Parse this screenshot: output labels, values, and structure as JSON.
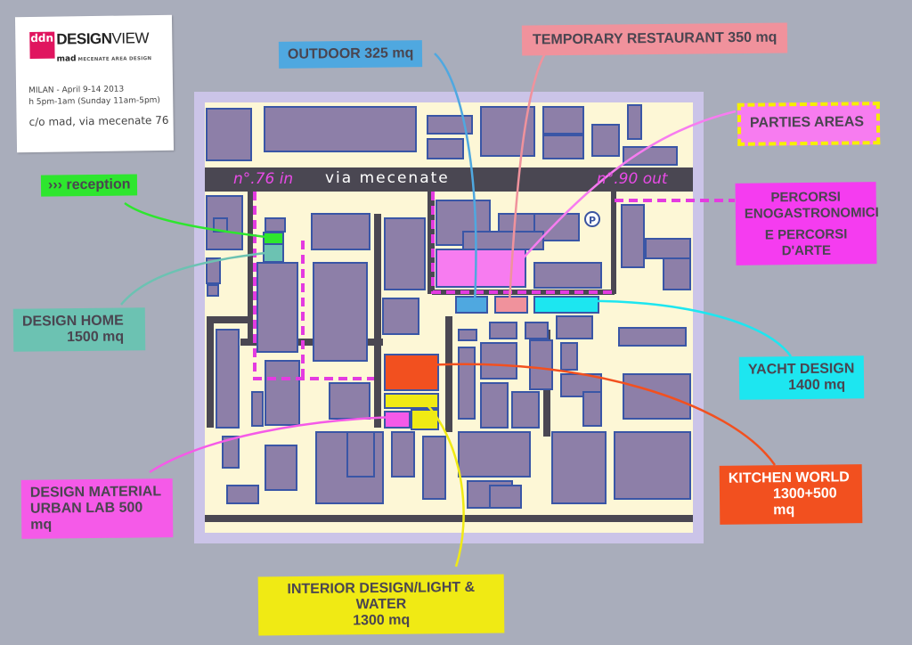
{
  "info_card": {
    "logo_mark": "ddn",
    "logo_title_bold": "DESIGN",
    "logo_title_light": "VIEW",
    "logo_sub_brand": "mad",
    "logo_subtitle": "MECENATE AREA DESIGN",
    "dates": "MILAN - April 9-14 2013",
    "hours": "h 5pm-1am (Sunday 11am-5pm)",
    "address": "c/o mad, via mecenate 76"
  },
  "map": {
    "street_name": "via mecenate",
    "entrance_in": "n°.76 in",
    "exit_out": "n°.90 out",
    "parking_symbol": "P"
  },
  "areas": [
    {
      "id": "outdoor",
      "line1": "OUTDOOR 325 mq",
      "line2": "",
      "color": "#4fa8e0"
    },
    {
      "id": "temporary-restaurant",
      "line1": "TEMPORARY RESTAURANT 350 mq",
      "line2": "",
      "color": "#f0929c"
    },
    {
      "id": "parties-areas",
      "line1": "PARTIES AREAS",
      "line2": "",
      "color": "#f77cf0"
    },
    {
      "id": "reception",
      "line1": "››› reception",
      "line2": "",
      "color": "#2ee62e"
    },
    {
      "id": "percorsi",
      "line1": "PERCORSI ENOGASTRONOMICI",
      "line2": "E PERCORSI D'ARTE",
      "color": "#f53cf0"
    },
    {
      "id": "design-home",
      "line1": "DESIGN HOME",
      "line2": "1500 mq",
      "color": "#6cc2b2"
    },
    {
      "id": "yacht-design",
      "line1": "YACHT DESIGN",
      "line2": "1400 mq",
      "color": "#1de6f0"
    },
    {
      "id": "kitchen-world",
      "line1": "KITCHEN WORLD",
      "line2": "1300+500 mq",
      "color": "#f2501f"
    },
    {
      "id": "design-material",
      "line1": "DESIGN MATERIAL",
      "line2": "URBAN LAB  500 mq",
      "color": "#f55ae8"
    },
    {
      "id": "interior-design",
      "line1": "INTERIOR DESIGN/LIGHT & WATER",
      "line2": "1300 mq",
      "color": "#f0ea14"
    }
  ]
}
